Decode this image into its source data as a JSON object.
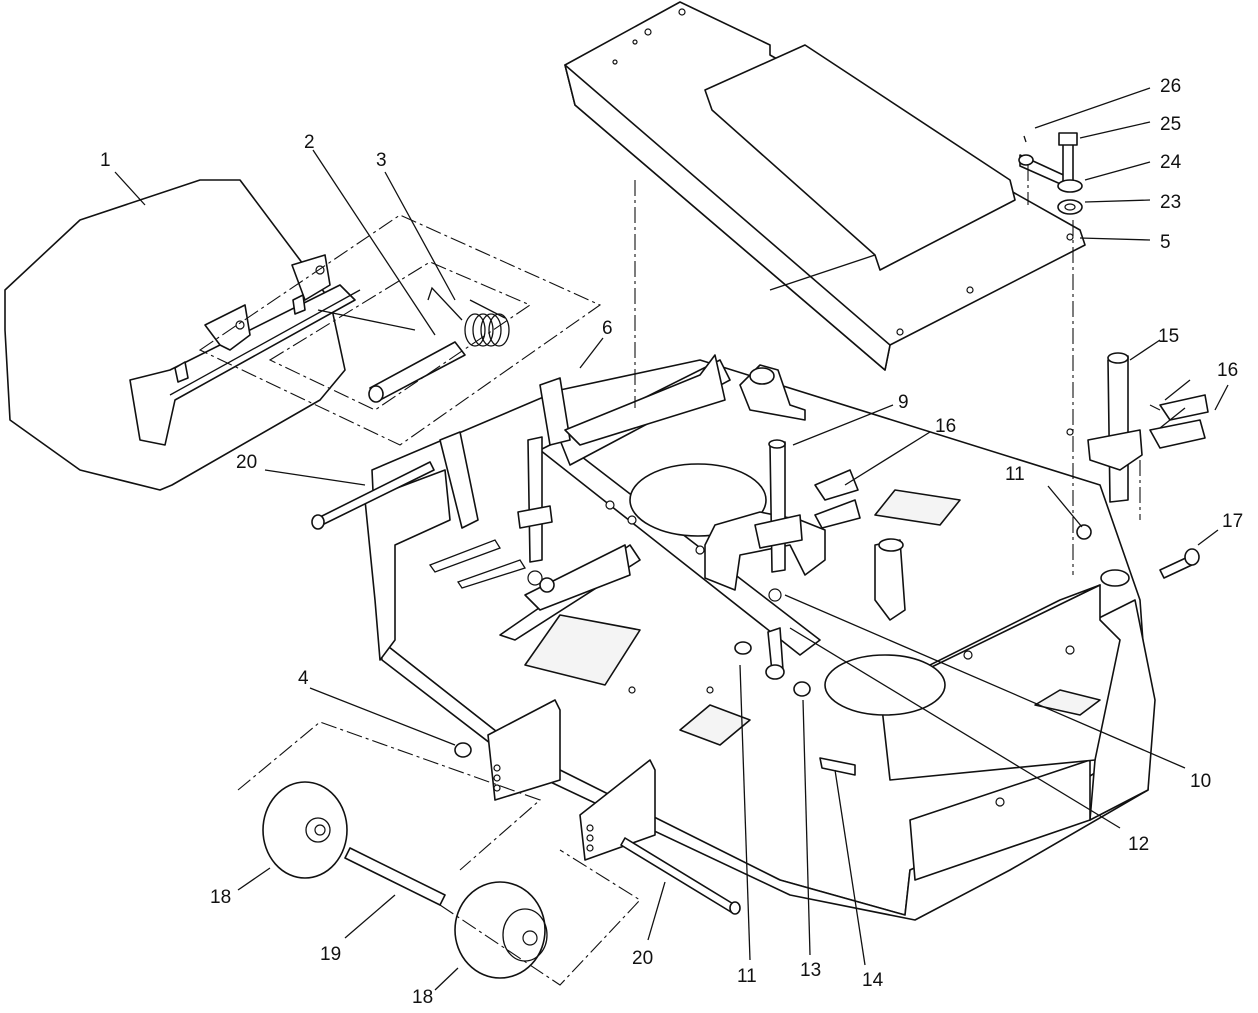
{
  "callouts": [
    {
      "id": "c1",
      "label": "1"
    },
    {
      "id": "c2",
      "label": "2"
    },
    {
      "id": "c3",
      "label": "3"
    },
    {
      "id": "c4",
      "label": "4"
    },
    {
      "id": "c5",
      "label": "5"
    },
    {
      "id": "c6",
      "label": "6"
    },
    {
      "id": "c9",
      "label": "9"
    },
    {
      "id": "c10",
      "label": "10"
    },
    {
      "id": "c11a",
      "label": "11"
    },
    {
      "id": "c11b",
      "label": "11"
    },
    {
      "id": "c12",
      "label": "12"
    },
    {
      "id": "c13",
      "label": "13"
    },
    {
      "id": "c14",
      "label": "14"
    },
    {
      "id": "c15",
      "label": "15"
    },
    {
      "id": "c16a",
      "label": "16"
    },
    {
      "id": "c16b",
      "label": "16"
    },
    {
      "id": "c17",
      "label": "17"
    },
    {
      "id": "c18a",
      "label": "18"
    },
    {
      "id": "c18b",
      "label": "18"
    },
    {
      "id": "c19",
      "label": "19"
    },
    {
      "id": "c20a",
      "label": "20"
    },
    {
      "id": "c20b",
      "label": "20"
    },
    {
      "id": "c23",
      "label": "23"
    },
    {
      "id": "c24",
      "label": "24"
    },
    {
      "id": "c25",
      "label": "25"
    },
    {
      "id": "c26",
      "label": "26"
    }
  ]
}
